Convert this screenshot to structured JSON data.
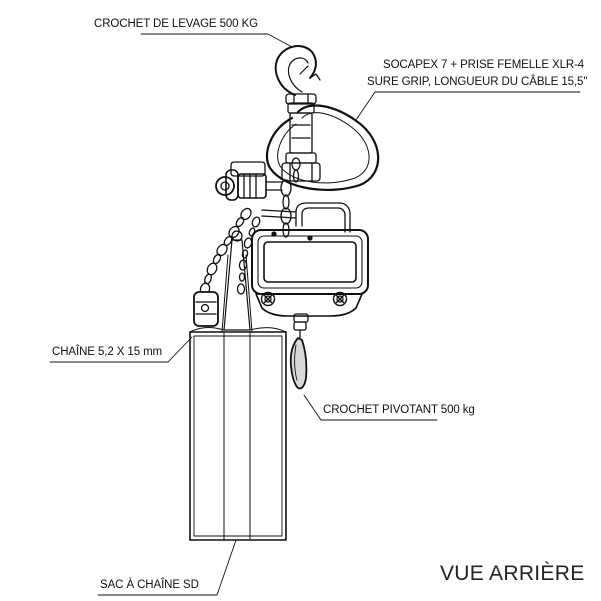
{
  "labels": {
    "lifting_hook": "CROCHET DE LEVAGE 500 KG",
    "cable_line1": "SOCAPEX 7 + PRISE FEMELLE XLR-4",
    "cable_line2": "SURE GRIP, LONGUEUR DU CÂBLE 15,5''",
    "chain": "CHAÎNE 5,2 X 15 mm",
    "swivel_hook": "CROCHET PIVOTANT 500 kg",
    "chain_bag": "SAC À CHAÎNE SD"
  },
  "view_title": "VUE ARRIÈRE"
}
